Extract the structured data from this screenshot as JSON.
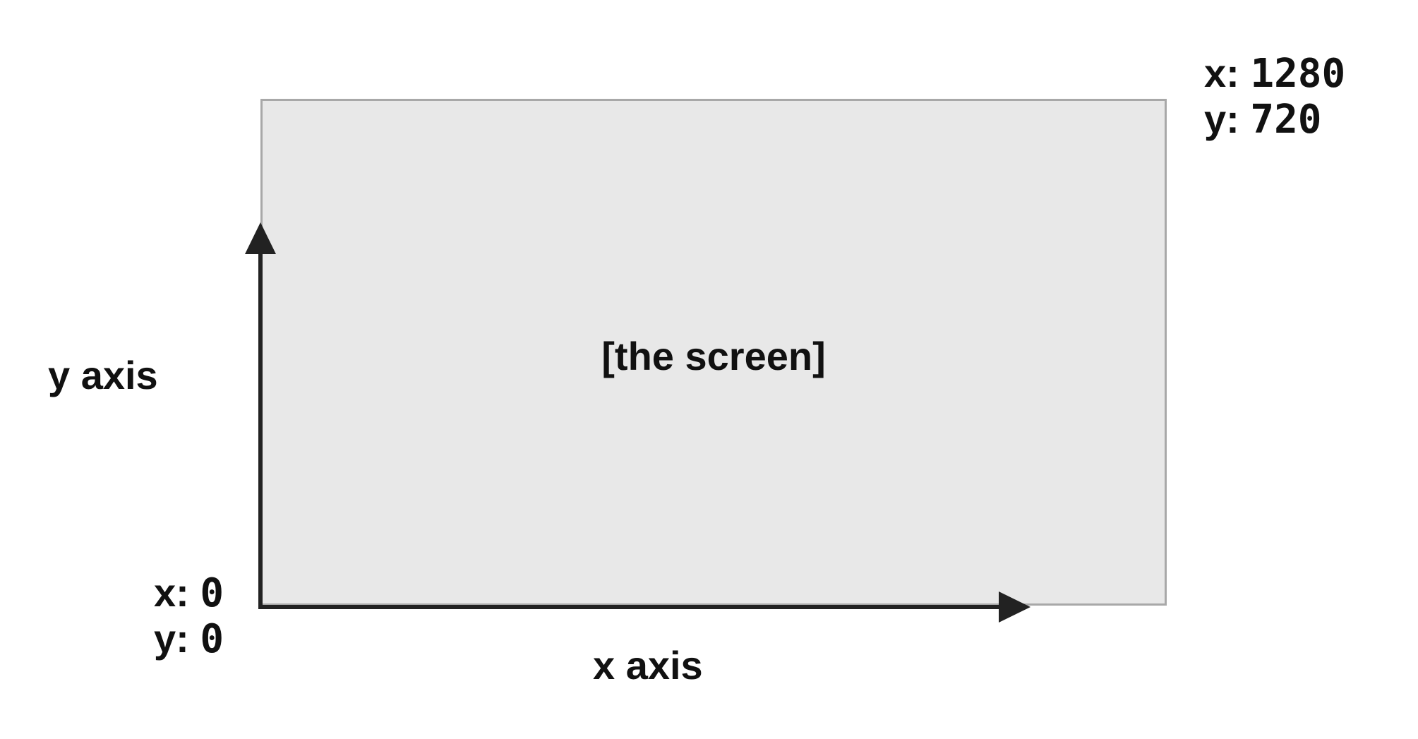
{
  "screen_label": "[the screen]",
  "x_axis_label": "x axis",
  "y_axis_label": "y axis",
  "top_right_coord": {
    "x_prefix": "x: ",
    "x_value": "1280",
    "y_prefix": "y: ",
    "y_value": "720"
  },
  "origin_coord": {
    "x_prefix": "x: ",
    "x_value": "0",
    "y_prefix": "y: ",
    "y_value": "0"
  },
  "colors": {
    "screen_fill": "#e8e8e8",
    "screen_border": "#a8a8a8",
    "axis": "#222222",
    "text": "#111111"
  }
}
